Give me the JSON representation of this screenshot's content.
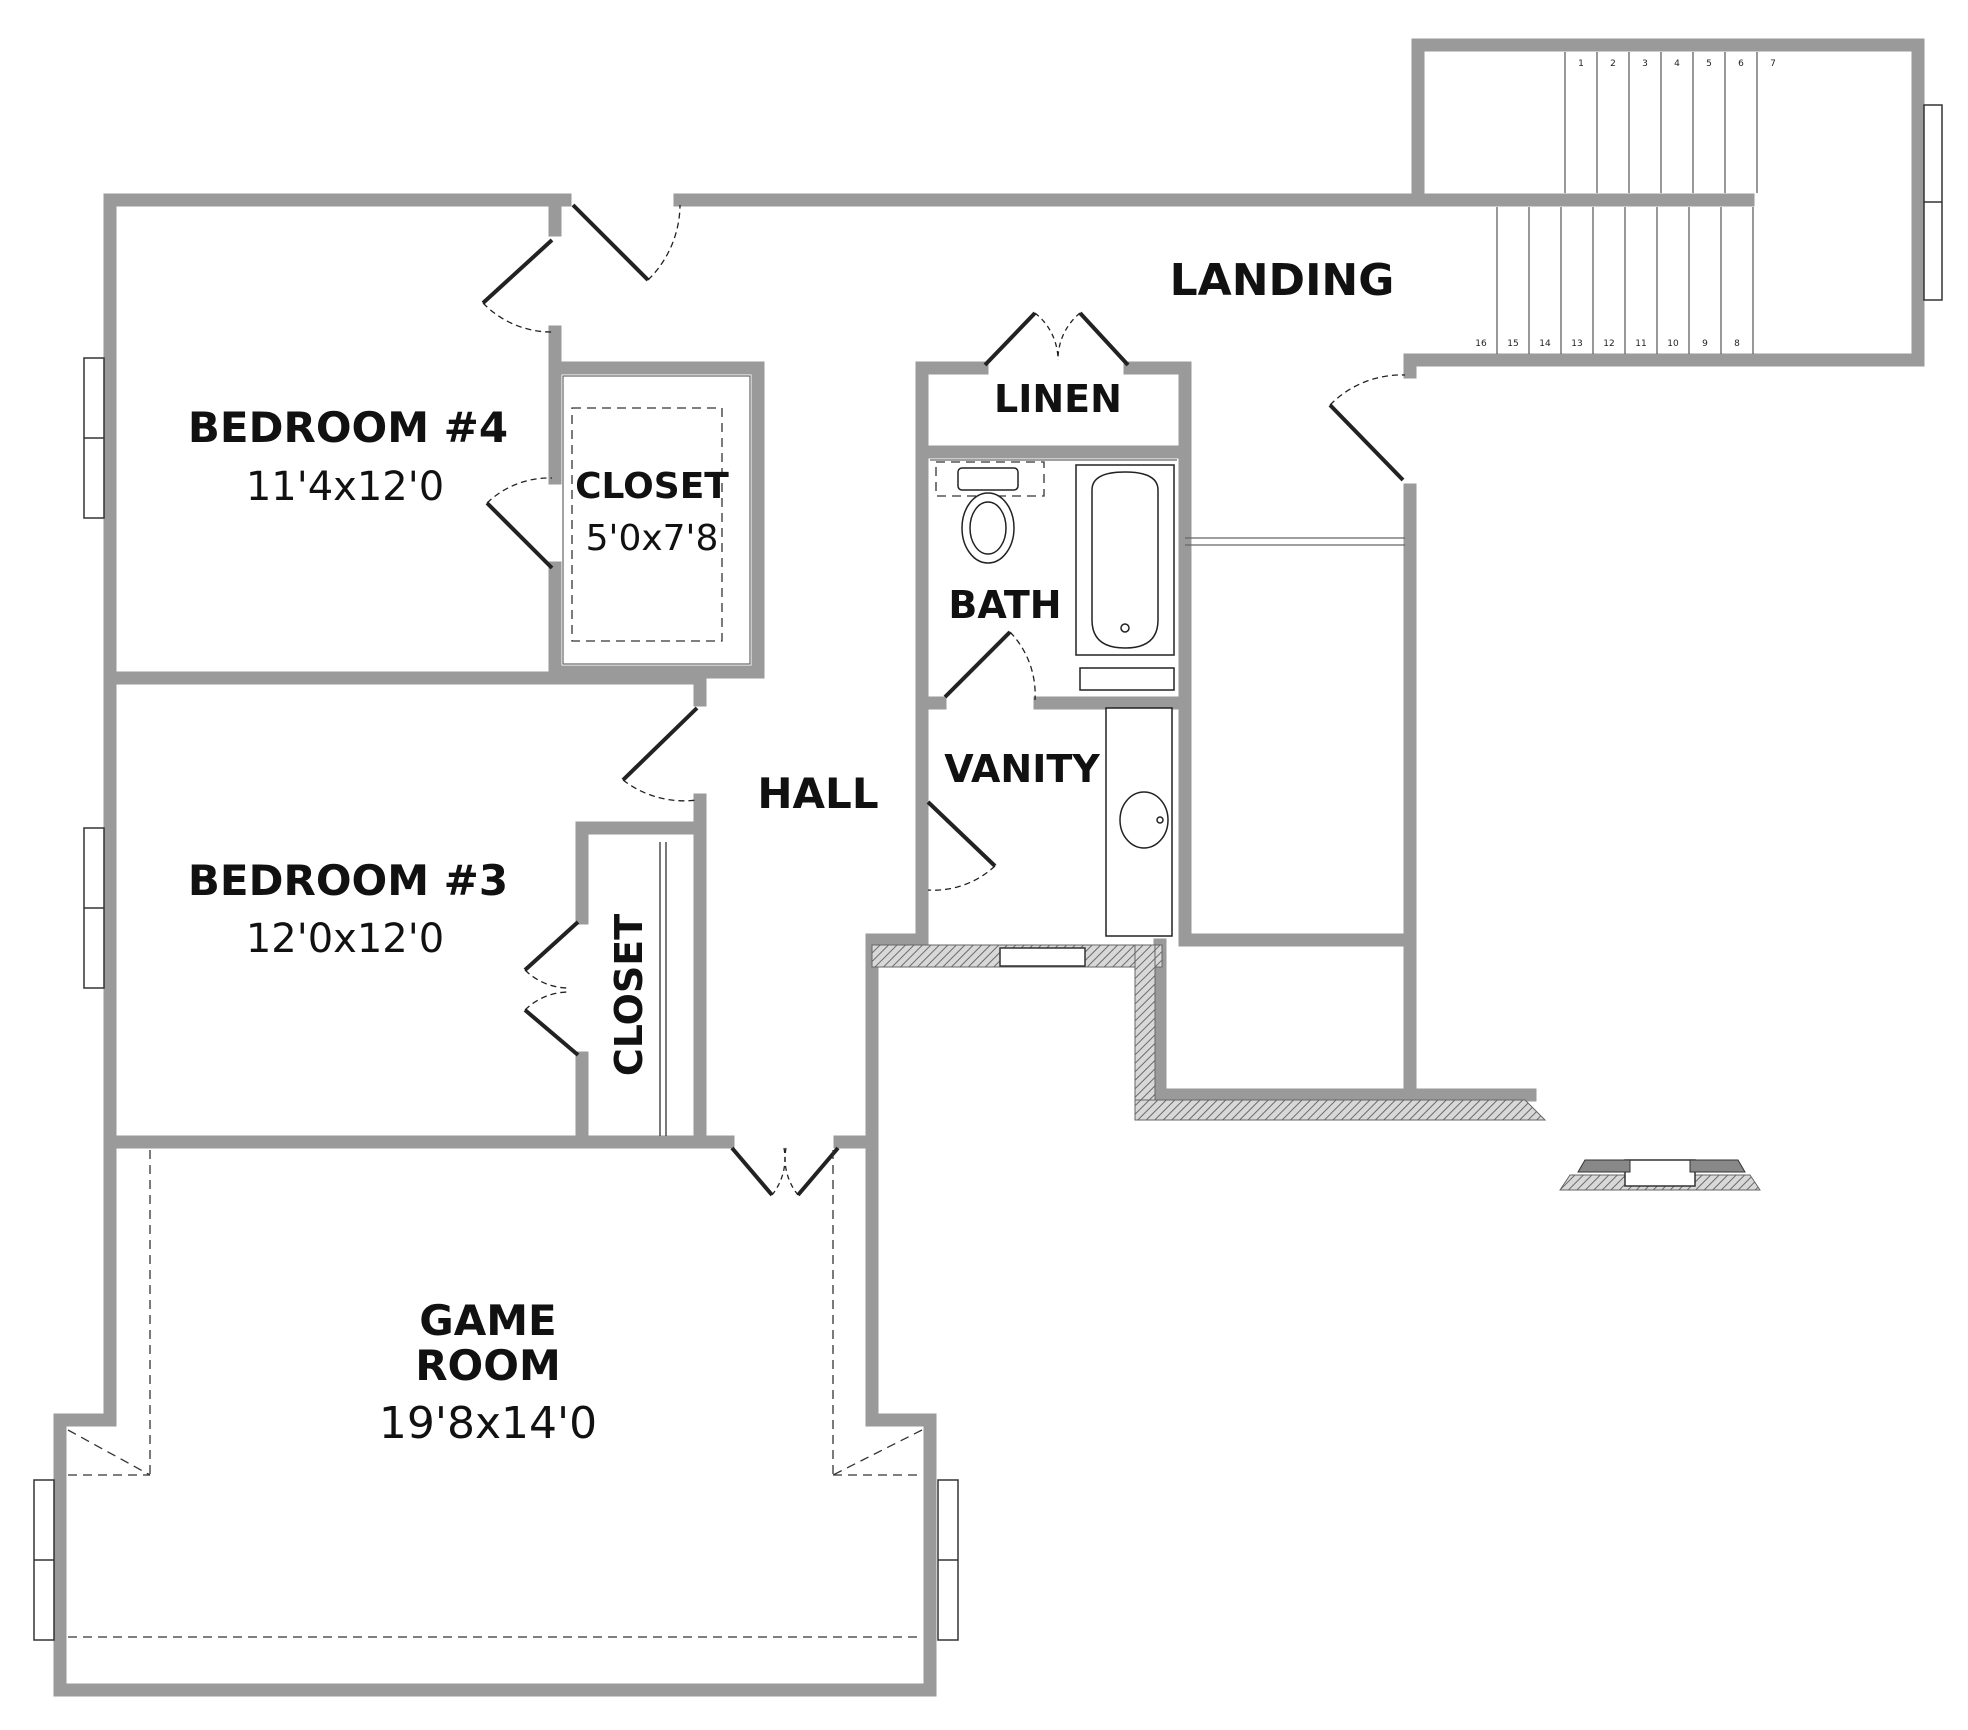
{
  "rooms": {
    "bedroom4": {
      "name": "BEDROOM #4",
      "size": "11'4x12'0"
    },
    "closet1": {
      "name": "CLOSET",
      "size": "5'0x7'8"
    },
    "bedroom3": {
      "name": "BEDROOM #3",
      "size": "12'0x12'0"
    },
    "closet2": {
      "name": "CLOSET"
    },
    "hall": {
      "name": "HALL"
    },
    "linen": {
      "name": "LINEN"
    },
    "bath": {
      "name": "BATH"
    },
    "vanity": {
      "name": "VANITY"
    },
    "landing": {
      "name": "LANDING"
    },
    "game_room": {
      "name_line1": "GAME",
      "name_line2": "ROOM",
      "size": "19'8x14'0"
    }
  },
  "stairs": {
    "upper_flight": [
      "1",
      "2",
      "3",
      "4",
      "5",
      "6",
      "7"
    ],
    "lower_flight": [
      "16",
      "15",
      "14",
      "13",
      "12",
      "11",
      "10",
      "9",
      "8"
    ]
  },
  "colors": {
    "wall": "#9a9a9a",
    "wall_edge": "#555555",
    "line": "#222222",
    "hatch": "#7a7a7a"
  }
}
